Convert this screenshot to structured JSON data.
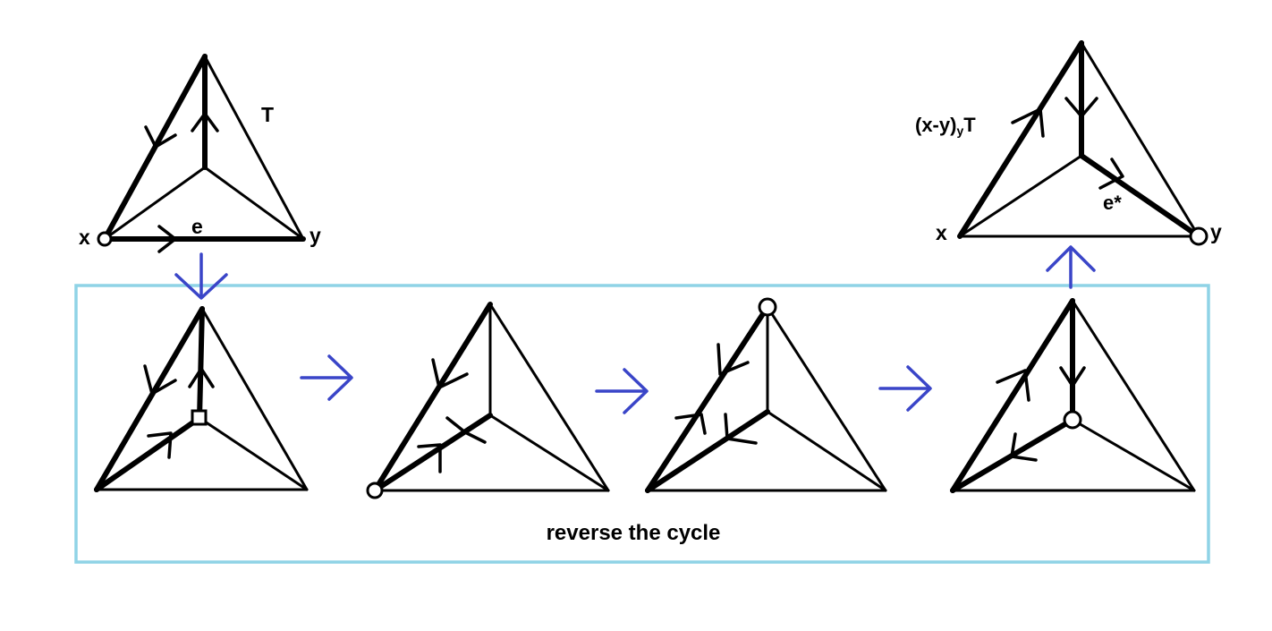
{
  "colors": {
    "edge": "#000000",
    "flow_arrow": "#3a45c8",
    "frame": "#8fd3e6"
  },
  "labels": {
    "tree_label": "T",
    "vertex_x": "x",
    "vertex_y": "y",
    "edge_e": "e",
    "result_tree_label": "(x-y)",
    "result_tree_subscript": "y",
    "result_tree_suffix": "T",
    "result_vertex_x": "x",
    "result_vertex_y": "y",
    "edge_e_star": "e*",
    "caption": "reverse the cycle"
  }
}
